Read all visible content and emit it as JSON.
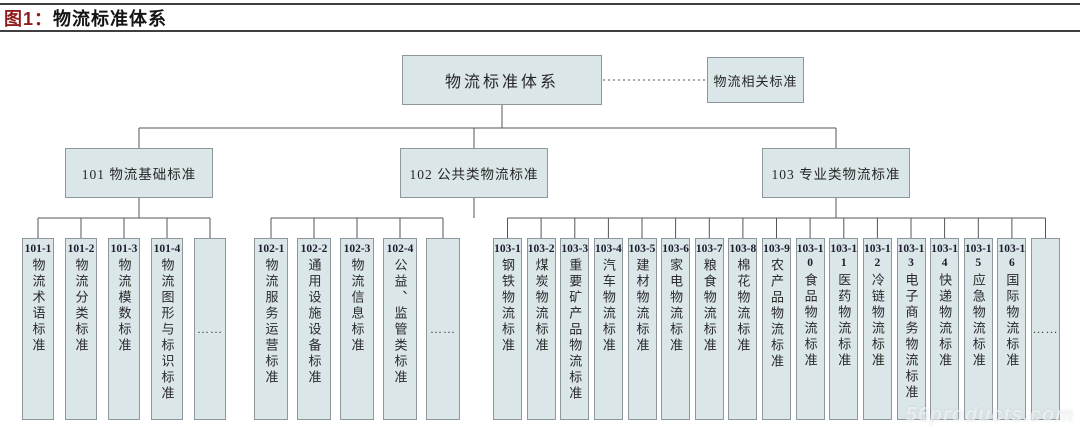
{
  "header": {
    "figure_label": "图1：",
    "figure_title": "物流标准体系"
  },
  "colors": {
    "box_fill": "#dbe6e9",
    "box_border": "#8e989c",
    "connector": "#555555",
    "figure_label_red": "#8f1d1d"
  },
  "tree": {
    "root": {
      "label": "物流标准体系"
    },
    "related": {
      "label": "物流相关标准"
    },
    "groups": [
      {
        "label": "101 物流基础标准",
        "children": [
          {
            "code": "101-1",
            "name": "物流术语标准"
          },
          {
            "code": "101-2",
            "name": "物流分类标准"
          },
          {
            "code": "101-3",
            "name": "物流模数标准"
          },
          {
            "code": "101-4",
            "name": "物流图形与标识标准"
          },
          {
            "ellipsis": true,
            "name": "……"
          }
        ]
      },
      {
        "label": "102 公共类物流标准",
        "children": [
          {
            "code": "102-1",
            "name": "物流服务运营标准"
          },
          {
            "code": "102-2",
            "name": "通用设施设备标准"
          },
          {
            "code": "102-3",
            "name": "物流信息标准"
          },
          {
            "code": "102-4",
            "name": "公益、监管类标准"
          },
          {
            "ellipsis": true,
            "name": "……"
          }
        ]
      },
      {
        "label": "103 专业类物流标准",
        "children": [
          {
            "code": "103-1",
            "name": "钢铁物流标准"
          },
          {
            "code": "103-2",
            "name": "煤炭物流标准"
          },
          {
            "code": "103-3",
            "name": "重要矿产品物流标准"
          },
          {
            "code": "103-4",
            "name": "汽车物流标准"
          },
          {
            "code": "103-5",
            "name": "建材物流标准"
          },
          {
            "code": "103-6",
            "name": "家电物流标准"
          },
          {
            "code": "103-7",
            "name": "粮食物流标准"
          },
          {
            "code": "103-8",
            "name": "棉花物流标准"
          },
          {
            "code": "103-9",
            "name": "农产品物流标准"
          },
          {
            "code": "103-10",
            "name": "食品物流标准"
          },
          {
            "code": "103-11",
            "name": "医药物流标准"
          },
          {
            "code": "103-12",
            "name": "冷链物流标准"
          },
          {
            "code": "103-13",
            "name": "电子商务物流标准"
          },
          {
            "code": "103-14",
            "name": "快递物流标准"
          },
          {
            "code": "103-15",
            "name": "应急物流标准"
          },
          {
            "code": "103-16",
            "name": "国际物流标准"
          },
          {
            "ellipsis": true,
            "name": "……"
          }
        ]
      }
    ]
  },
  "watermark": "56products.com"
}
